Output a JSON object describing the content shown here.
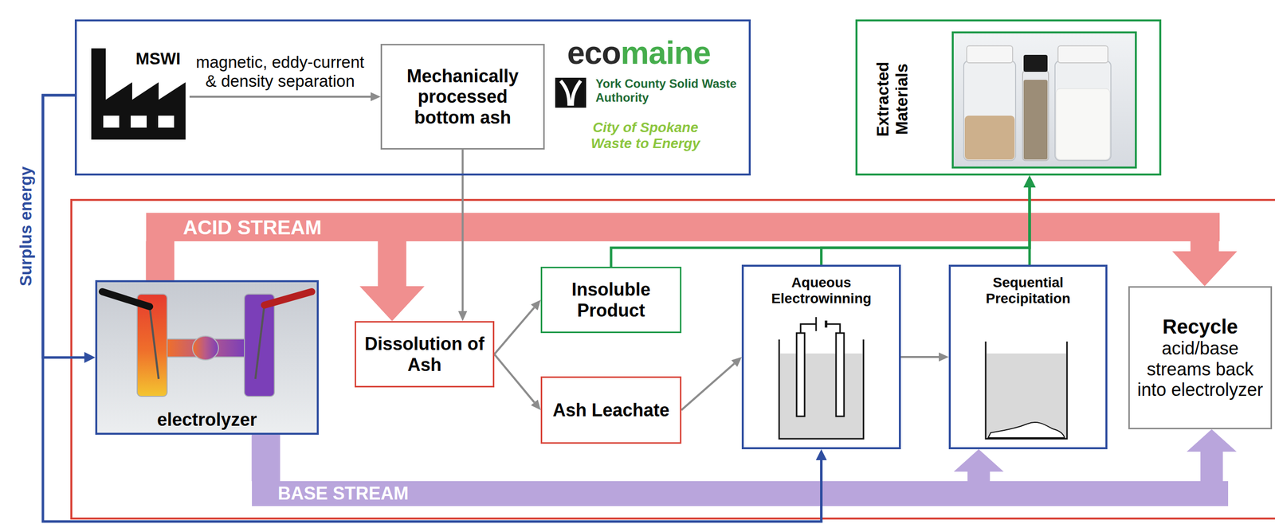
{
  "diagram": {
    "nodes": [
      {
        "text": [
          "ecomaine",
          "York County Solid Waste Authority",
          "City of Spokane Waste to Energy"
        ]
      },
      {
        "text": [
          "MSWI"
        ],
        "in": 0
      },
      {
        "text": [
          "Mechanically processed bottom ash"
        ],
        "in": 0
      },
      {
        "text": [
          "Extracted Materials"
        ]
      },
      {
        "text": [
          "ACID STREAM"
        ]
      },
      {
        "text": [
          "electrolyzer"
        ]
      },
      {
        "text": [
          "Dissolution of Ash"
        ]
      },
      {
        "text": [
          "Insoluble Product"
        ]
      },
      {
        "text": [
          "Ash Leachate"
        ]
      },
      {
        "text": [
          "Aqueous Electrowinning"
        ]
      },
      {
        "text": [
          "Sequential Precipitation"
        ]
      },
      {
        "text": [
          "Recycle",
          "acid/base streams back into electrolyzer"
        ]
      },
      {
        "text": [
          "BASE STREAM"
        ]
      }
    ],
    "edges": [
      {
        "from": 1,
        "to": 2,
        "label": "magnetic, eddy-current & density separation",
        "arrow": "to"
      },
      {
        "from": 2,
        "to": 6,
        "arrow": "to"
      },
      {
        "from": 5,
        "to": 4,
        "arrow": "none"
      },
      {
        "from": 4,
        "to": 6,
        "arrow": "to"
      },
      {
        "from": 4,
        "to": 11,
        "arrow": "to"
      },
      {
        "from": 5,
        "to": 12,
        "arrow": "none"
      },
      {
        "from": 12,
        "to": 10,
        "arrow": "to"
      },
      {
        "from": 12,
        "to": 11,
        "arrow": "to"
      },
      {
        "from": 6,
        "to": 7,
        "arrow": "to"
      },
      {
        "from": 6,
        "to": 8,
        "arrow": "to"
      },
      {
        "from": 8,
        "to": 9,
        "arrow": "to"
      },
      {
        "from": 9,
        "to": 10,
        "arrow": "to"
      },
      {
        "from": 7,
        "to": 3,
        "arrow": "to"
      },
      {
        "from": 9,
        "to": 3,
        "arrow": "to"
      },
      {
        "from": 10,
        "to": 3,
        "arrow": "to"
      },
      {
        "from": 0,
        "to": 5,
        "label": "Surplus energy",
        "arrow": "to"
      },
      {
        "from": 0,
        "to": 9,
        "arrow": "to"
      }
    ]
  }
}
